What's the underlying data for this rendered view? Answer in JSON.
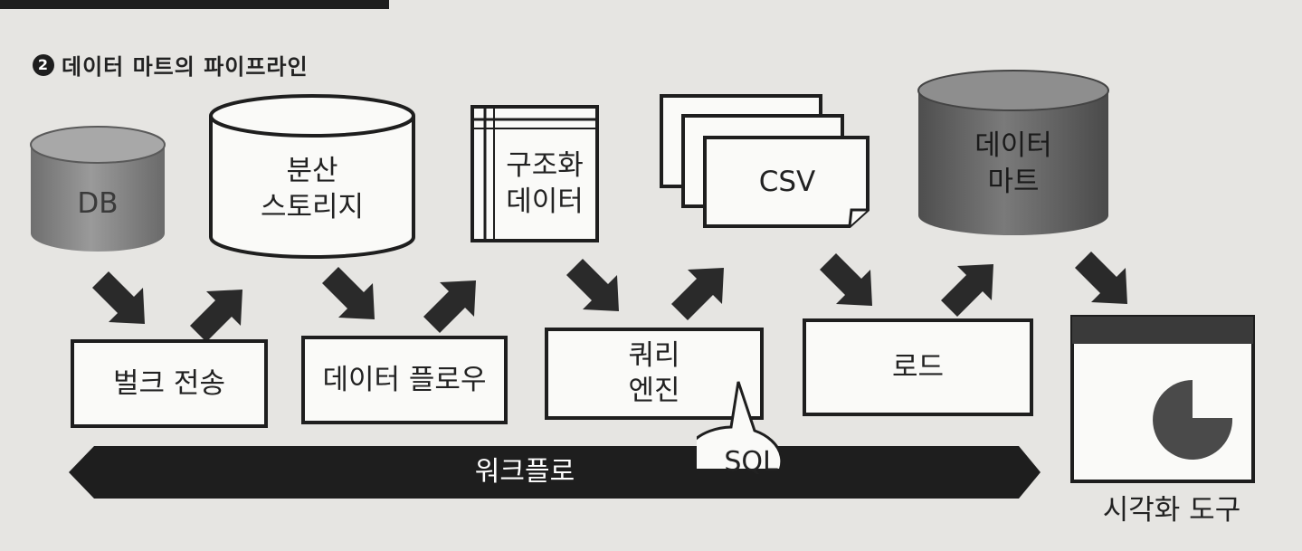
{
  "figure": {
    "number": "2",
    "title": "데이터 마트의 파이프라인"
  },
  "nodes": {
    "db": "DB",
    "distributed_storage": [
      "분산",
      "스토리지"
    ],
    "structured_data": [
      "구조화",
      "데이터"
    ],
    "csv": "CSV",
    "data_mart": [
      "데이터",
      "마트"
    ],
    "visualization_tool": "시각화 도구"
  },
  "processes": {
    "bulk_transfer": "벌크 전송",
    "data_flow": "데이터 플로우",
    "query_engine": [
      "쿼리",
      "엔진"
    ],
    "load": "로드"
  },
  "callout": {
    "sql": "SQL"
  },
  "workflow_bar": {
    "label": "워크플로"
  },
  "colors": {
    "ink": "#1e1e1e",
    "paper": "#e6e5e2",
    "db_fill": "#8d8d8d",
    "data_mart_fill": "#6b6b6b",
    "white_fill": "#fafaf8"
  }
}
